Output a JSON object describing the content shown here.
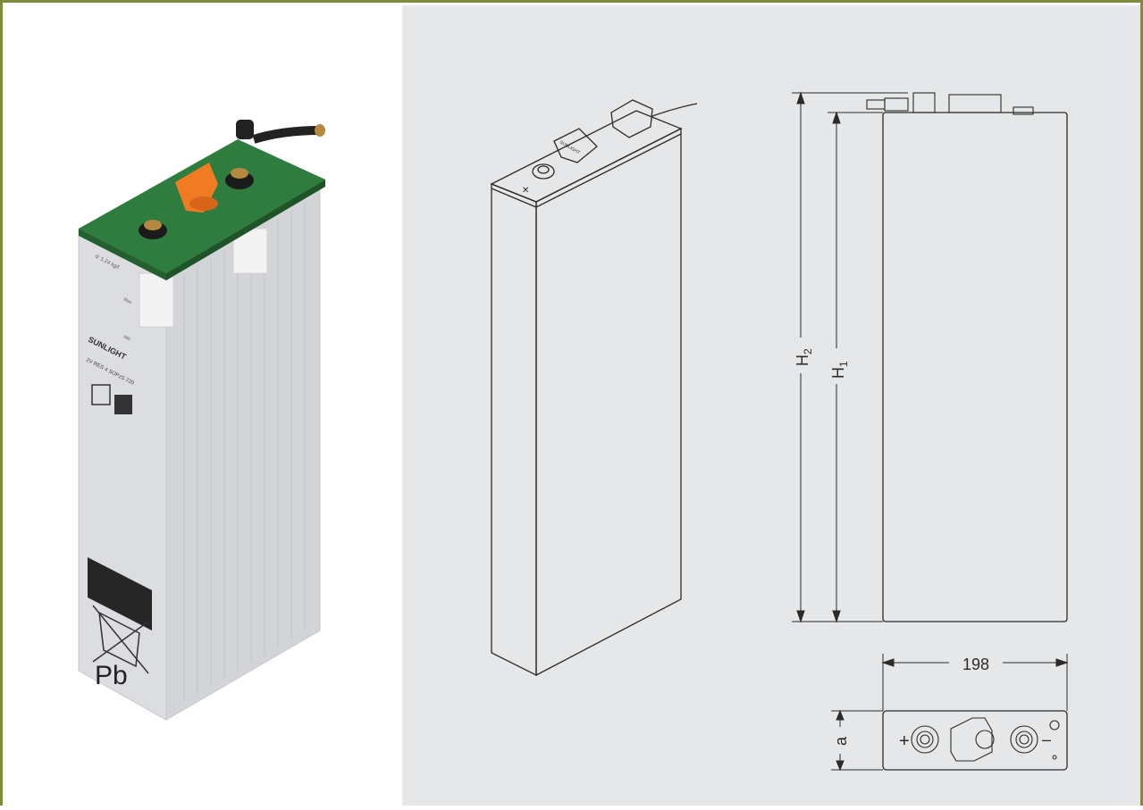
{
  "colors": {
    "frame": "#7f8a3a",
    "panel_bg": "#e6e7e8",
    "battery_cap": "#2e7d3e",
    "vent_cap": "#f07b22",
    "line": "#2b2b2b"
  },
  "photo": {
    "brand": "SUNLIGHT",
    "model": "2V RES 4 SOPzS 720",
    "density": "d: 1.24 kg/l",
    "level_max": "Max",
    "level_min": "Min",
    "symbol_pb": "Pb"
  },
  "drawing": {
    "top_label": "SUNLIGHT",
    "dim_h2": "H",
    "dim_h2_sub": "2",
    "dim_h1": "H",
    "dim_h1_sub": "1",
    "dim_width": "198",
    "dim_a": "a",
    "plus": "+",
    "minus": "–"
  }
}
